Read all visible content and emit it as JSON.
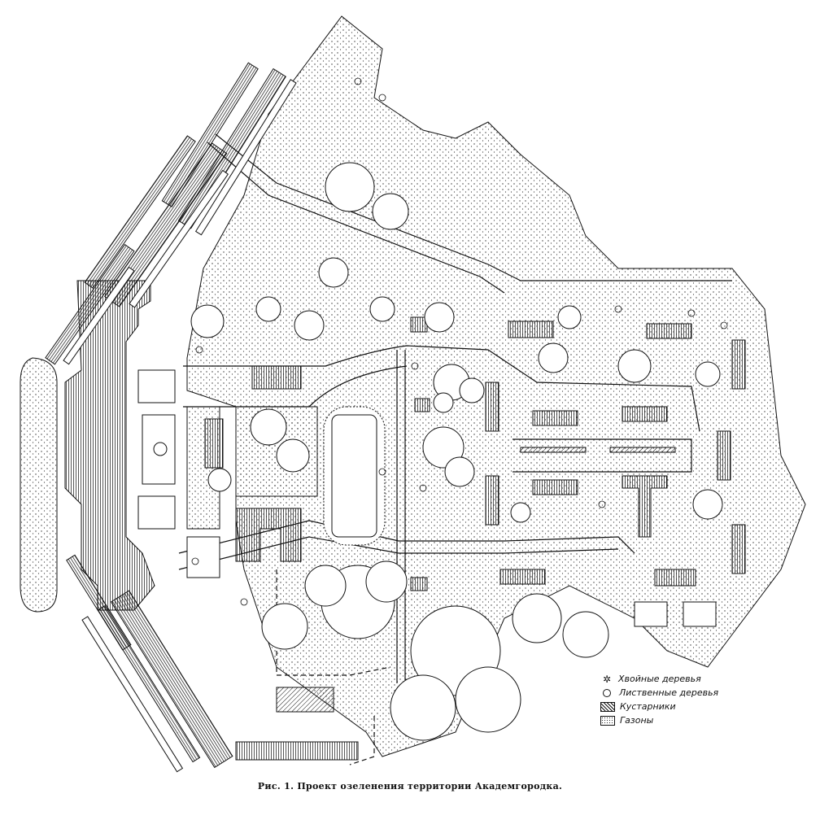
{
  "figure": {
    "caption": "Рис. 1. Проект озеленения территории Академгородка."
  },
  "legend": {
    "items": [
      {
        "icon": "conifer-tree-icon",
        "label": "Хвойные деревья"
      },
      {
        "icon": "deciduous-tree-icon",
        "label": "Лиственные деревья"
      },
      {
        "icon": "shrub-hatch-icon",
        "label": "Кустарники"
      },
      {
        "icon": "lawn-stipple-icon",
        "label": "Газоны"
      }
    ]
  },
  "colors": {
    "ink": "#111111",
    "paper": "#ffffff"
  }
}
